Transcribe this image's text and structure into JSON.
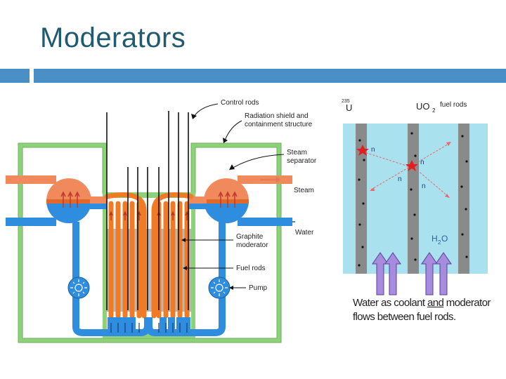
{
  "slide": {
    "title": "Moderators"
  },
  "reactor_diagram": {
    "labels": {
      "control_rods": "Control rods",
      "radiation_shield_1": "Radiation shield and",
      "radiation_shield_2": "containment structure",
      "steam_separator_1": "Steam",
      "steam_separator_2": "separator",
      "steam": "Steam",
      "water": "Water",
      "graphite_1": "Graphite",
      "graphite_2": "moderator",
      "fuel_rods": "Fuel rods",
      "pump": "Pump"
    },
    "colors": {
      "containment": "#8fd07a",
      "water": "#2f8de0",
      "steam": "#f08a5d",
      "graphite": "#b8b8b8",
      "fuel": "#f07b24"
    }
  },
  "water_diagram": {
    "labels": {
      "u235_sup": "235",
      "u235": "U",
      "uo2": "UO",
      "uo2_sub": "2",
      "fuel_rods": "fuel rods",
      "neutron": "n",
      "h2o_h": "H",
      "h2o_sub": "2",
      "h2o_o": "O"
    },
    "caption_part1": "Water as coolant ",
    "caption_underlined": "and",
    "caption_part2": " moderator",
    "caption_line2": "flows between fuel rods.",
    "colors": {
      "water": "#a9e1ee",
      "rod": "#8a8a8a",
      "arrow": "#a78bdc",
      "neutron_path": "#e66"
    }
  }
}
